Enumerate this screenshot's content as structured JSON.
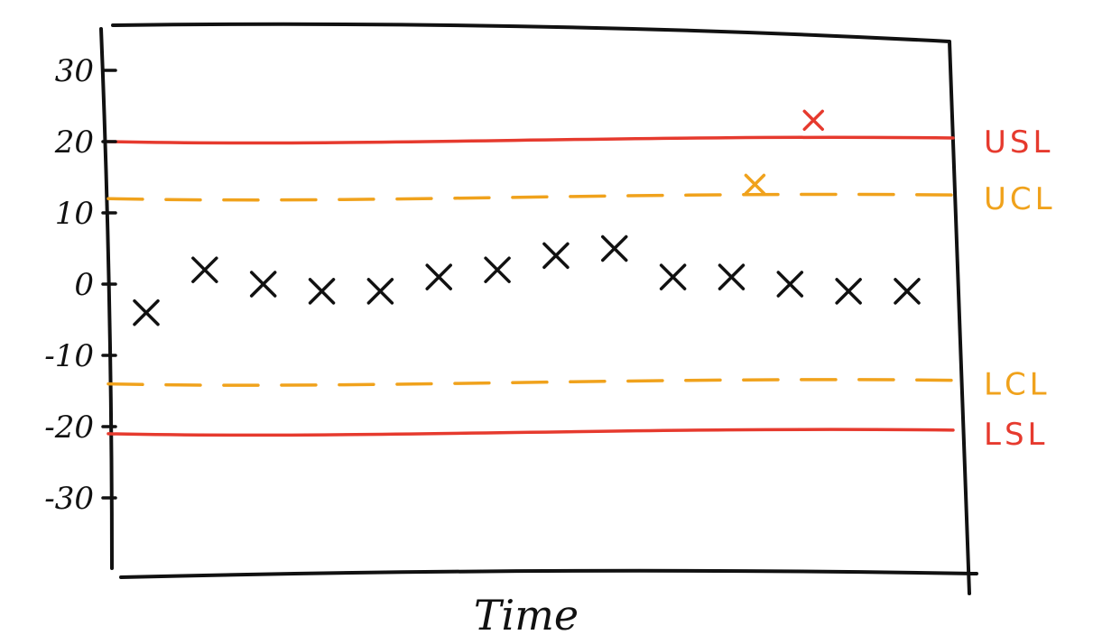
{
  "chart_data": {
    "type": "scatter",
    "title": "",
    "xlabel": "Time",
    "ylabel": "",
    "ylim": [
      -35,
      35
    ],
    "yticks": [
      "30",
      "20",
      "10",
      "0",
      "-10",
      "-20",
      "-30"
    ],
    "ytick_values": [
      30,
      20,
      10,
      0,
      -10,
      -20,
      -30
    ],
    "grid": false,
    "points": [
      -4,
      2,
      0,
      -1,
      -1,
      1,
      2,
      4,
      5,
      1,
      1,
      0,
      -1,
      -1
    ],
    "out_of_control_points": [
      {
        "x": 12,
        "y": 23,
        "color": "#e63a2e"
      },
      {
        "x": 11,
        "y": 14,
        "color": "#f0a21c"
      }
    ],
    "limits": [
      {
        "name": "USL",
        "label": "USL",
        "value": 20,
        "style": "solid",
        "color": "#e63a2e"
      },
      {
        "name": "UCL",
        "label": "UCL",
        "value": 12,
        "style": "dashed",
        "color": "#f0a21c"
      },
      {
        "name": "LCL",
        "label": "LCL",
        "value": -14,
        "style": "dashed",
        "color": "#f0a21c"
      },
      {
        "name": "LSL",
        "label": "LSL",
        "value": -21,
        "style": "solid",
        "color": "#e63a2e"
      }
    ],
    "ink_color": "#111111"
  }
}
